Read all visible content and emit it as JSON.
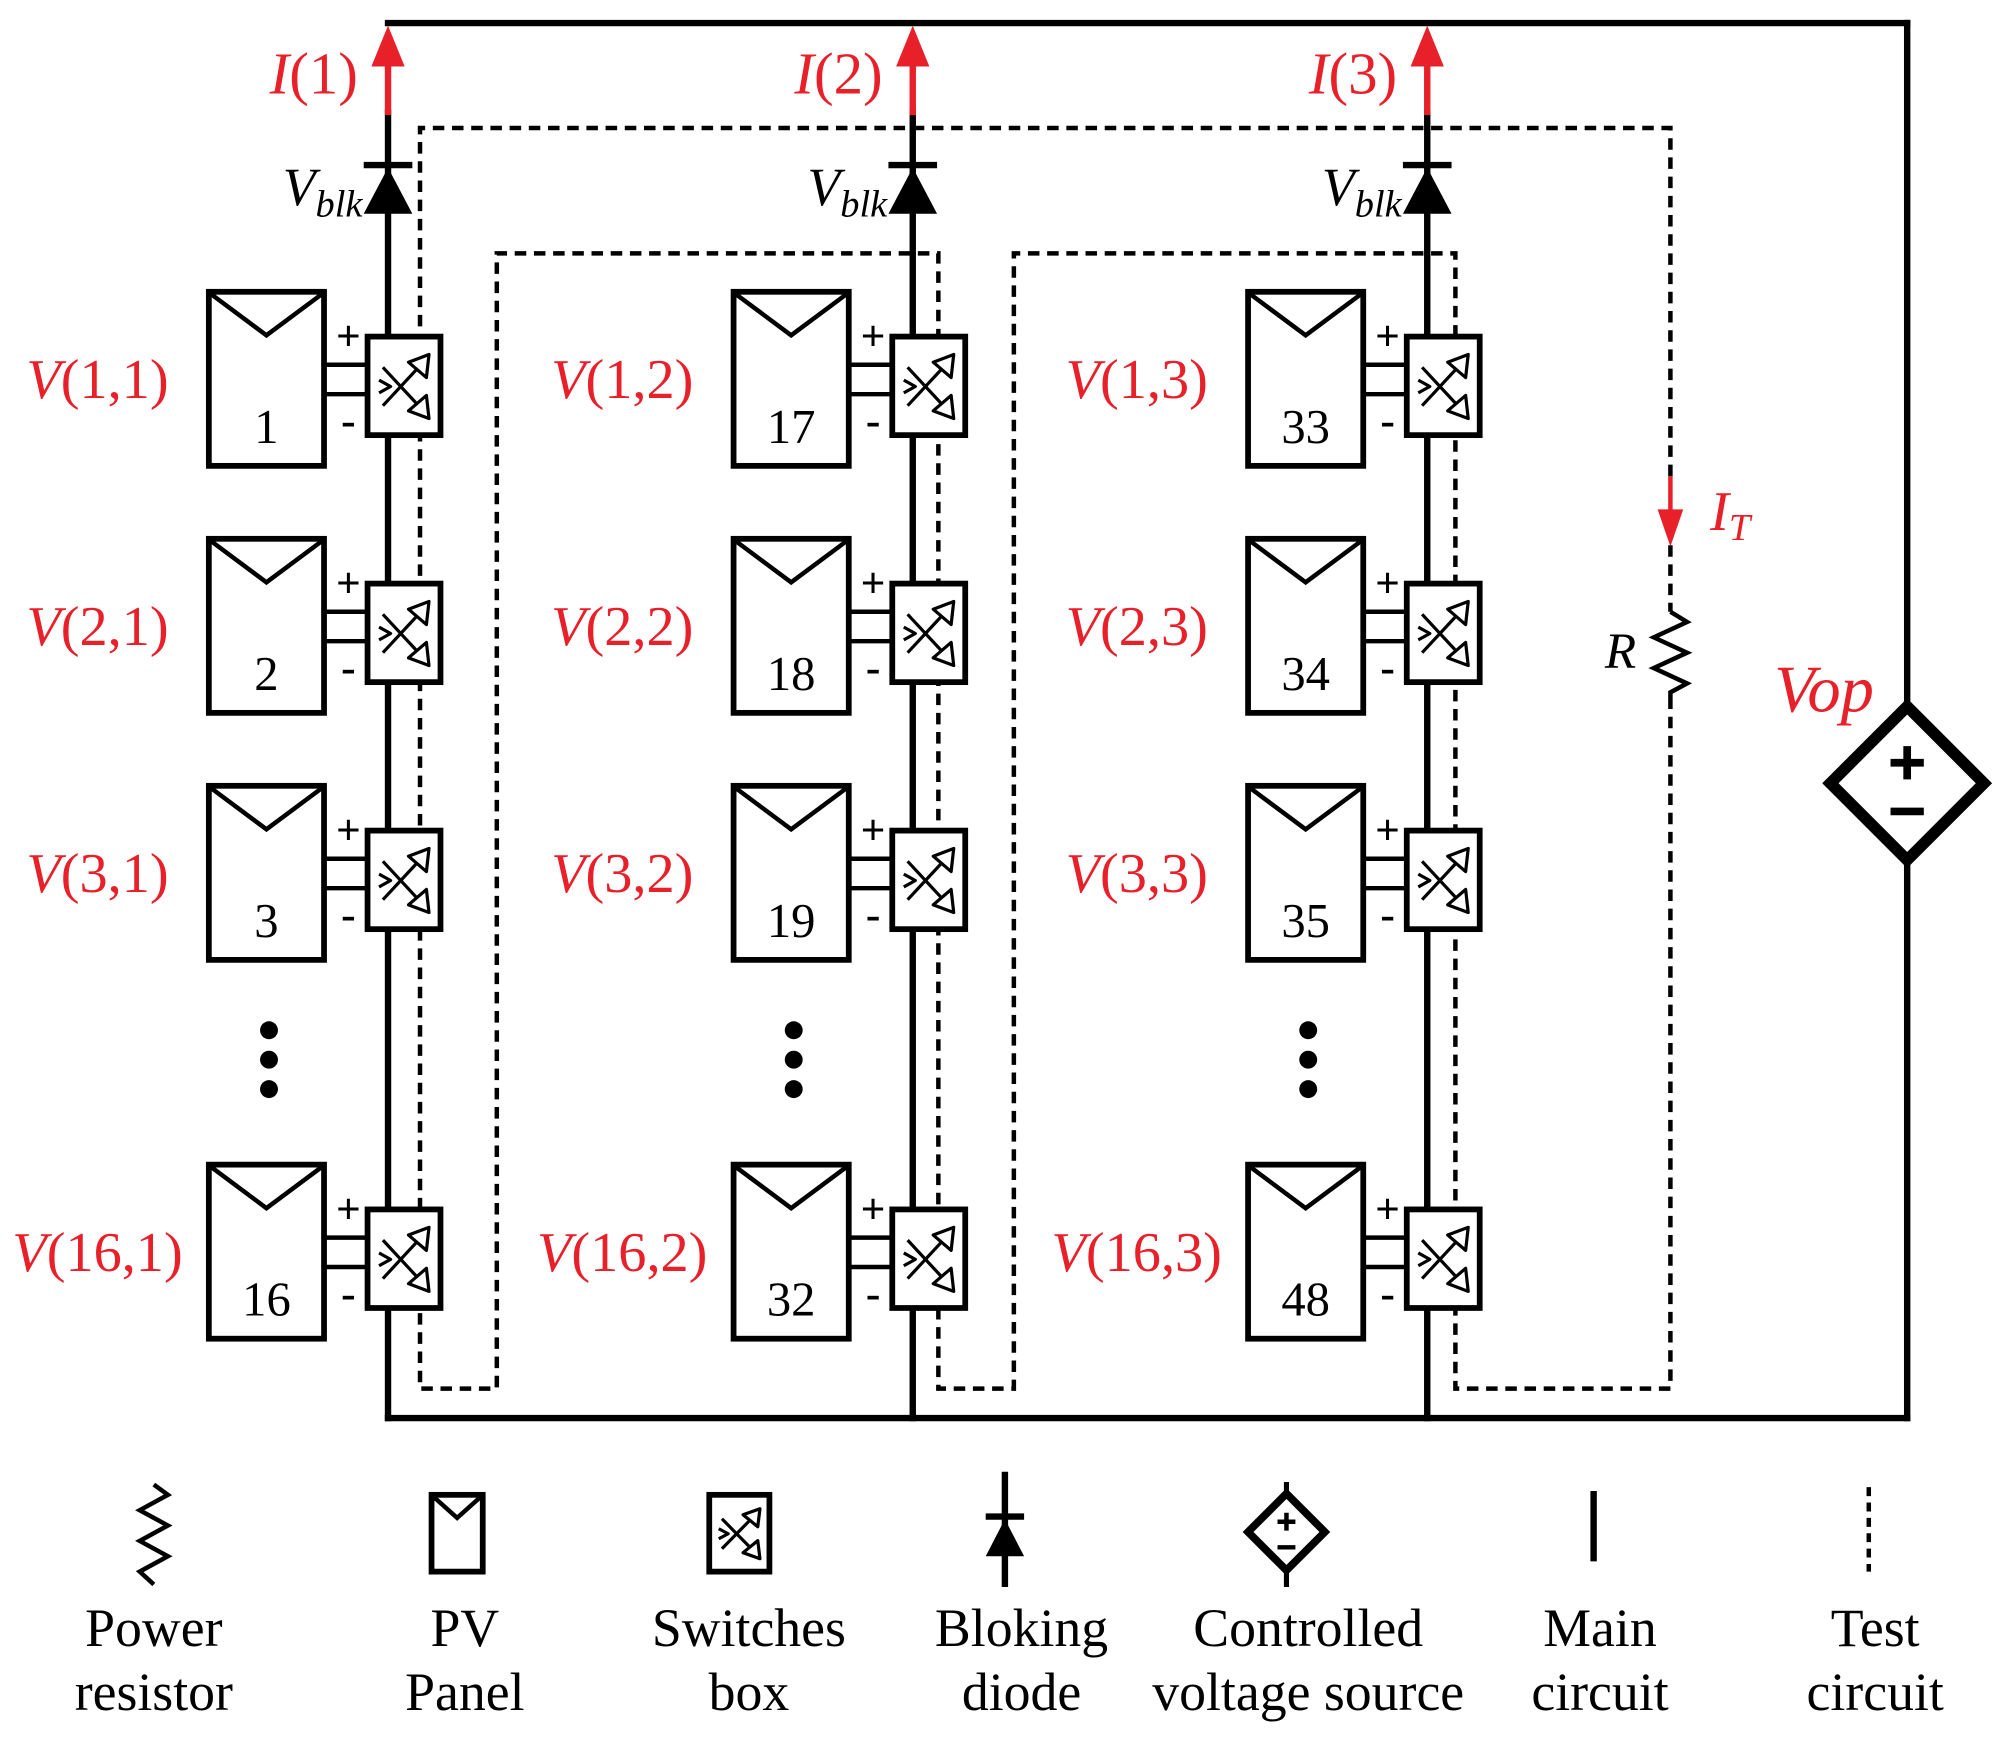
{
  "colors": {
    "label_red": "#e8202a"
  },
  "strings": [
    {
      "current": {
        "symbol": "I",
        "index": "(1)"
      },
      "diode": {
        "symbol": "V",
        "subscript": "blk"
      },
      "modules": [
        {
          "voltage": {
            "symbol": "V",
            "index": "(1,1)"
          },
          "panel": "1"
        },
        {
          "voltage": {
            "symbol": "V",
            "index": "(2,1)"
          },
          "panel": "2"
        },
        {
          "voltage": {
            "symbol": "V",
            "index": "(3,1)"
          },
          "panel": "3"
        },
        {
          "voltage": {
            "symbol": "V",
            "index": "(16,1)"
          },
          "panel": "16"
        }
      ]
    },
    {
      "current": {
        "symbol": "I",
        "index": "(2)"
      },
      "diode": {
        "symbol": "V",
        "subscript": "blk"
      },
      "modules": [
        {
          "voltage": {
            "symbol": "V",
            "index": "(1,2)"
          },
          "panel": "17"
        },
        {
          "voltage": {
            "symbol": "V",
            "index": "(2,2)"
          },
          "panel": "18"
        },
        {
          "voltage": {
            "symbol": "V",
            "index": "(3,2)"
          },
          "panel": "19"
        },
        {
          "voltage": {
            "symbol": "V",
            "index": "(16,2)"
          },
          "panel": "32"
        }
      ]
    },
    {
      "current": {
        "symbol": "I",
        "index": "(3)"
      },
      "diode": {
        "symbol": "V",
        "subscript": "blk"
      },
      "modules": [
        {
          "voltage": {
            "symbol": "V",
            "index": "(1,3)"
          },
          "panel": "33"
        },
        {
          "voltage": {
            "symbol": "V",
            "index": "(2,3)"
          },
          "panel": "34"
        },
        {
          "voltage": {
            "symbol": "V",
            "index": "(3,3)"
          },
          "panel": "35"
        },
        {
          "voltage": {
            "symbol": "V",
            "index": "(16,3)"
          },
          "panel": "48"
        }
      ]
    }
  ],
  "terminals": {
    "plus": "+",
    "minus": "-"
  },
  "test_circuit": {
    "current": {
      "symbol": "I",
      "subscript": "T"
    },
    "resistor": "R"
  },
  "source": {
    "label": "Vop"
  },
  "legend": [
    {
      "icon": "power-resistor-icon",
      "lines": [
        "Power",
        "resistor"
      ]
    },
    {
      "icon": "pv-panel-icon",
      "lines": [
        "PV",
        "Panel"
      ]
    },
    {
      "icon": "switches-box-icon",
      "lines": [
        "Switches",
        "box"
      ]
    },
    {
      "icon": "blocking-diode-icon",
      "lines": [
        "Bloking",
        "diode"
      ]
    },
    {
      "icon": "controlled-voltage-source-icon",
      "lines": [
        "Controlled",
        "voltage source"
      ]
    },
    {
      "icon": "main-circuit-line-icon",
      "lines": [
        "Main",
        "circuit"
      ]
    },
    {
      "icon": "test-circuit-line-icon",
      "lines": [
        "Test",
        "circuit"
      ]
    }
  ]
}
